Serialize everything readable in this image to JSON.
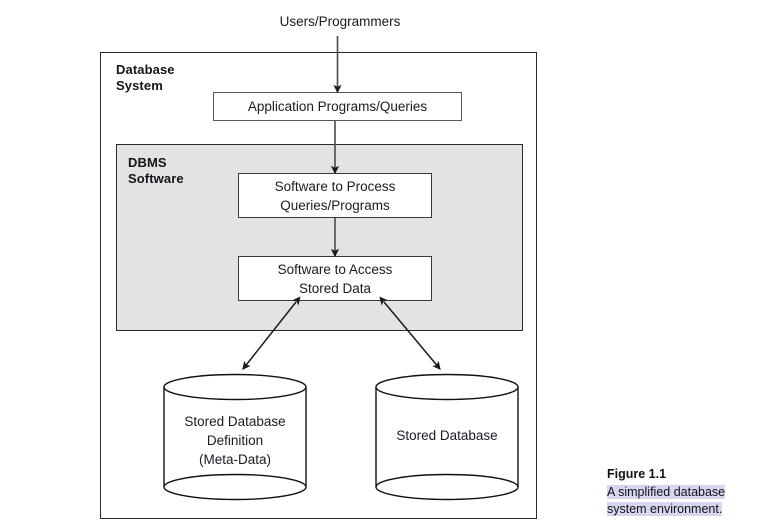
{
  "figure": {
    "id": "figure-1-1",
    "caption_title": "Figure 1.1",
    "caption_description": "A simplified database system environment.",
    "caption_highlight_color": "#d6d6f0"
  },
  "diagram": {
    "type": "block-flow-diagram",
    "external_actor": {
      "label": "Users/Programmers"
    },
    "outer_container": {
      "label_line1": "Database",
      "label_line2": "System",
      "fill": "#ffffff",
      "stroke": "#2b2b2b"
    },
    "application_layer": {
      "label": "Application Programs/Queries",
      "fill": "#ffffff",
      "stroke": "#575757"
    },
    "dbms_container": {
      "label_line1": "DBMS",
      "label_line2": "Software",
      "fill": "#e3e3e3",
      "stroke": "#2b2b2b"
    },
    "process_boxes": [
      {
        "name": "software-to-process-queries",
        "line1": "Software to Process",
        "line2": "Queries/Programs"
      },
      {
        "name": "software-to-access-stored-data",
        "line1": "Software to Access",
        "line2": "Stored Data"
      }
    ],
    "stores": [
      {
        "name": "stored-database-definition",
        "lines": [
          "Stored Database",
          "Definition",
          "(Meta-Data)"
        ],
        "shape": "cylinder"
      },
      {
        "name": "stored-database",
        "lines": [
          "Stored Database"
        ],
        "shape": "cylinder"
      }
    ],
    "connectors": [
      {
        "name": "users-to-application-programs",
        "style": "single-arrow",
        "direction": "down"
      },
      {
        "name": "application-programs-to-process-queries",
        "style": "single-arrow",
        "direction": "down"
      },
      {
        "name": "process-queries-to-access-stored-data",
        "style": "single-arrow",
        "direction": "down"
      },
      {
        "name": "access-stored-data-to-meta-data",
        "style": "double-arrow",
        "direction": "down-left"
      },
      {
        "name": "access-stored-data-to-stored-database",
        "style": "double-arrow",
        "direction": "down-right"
      }
    ]
  }
}
